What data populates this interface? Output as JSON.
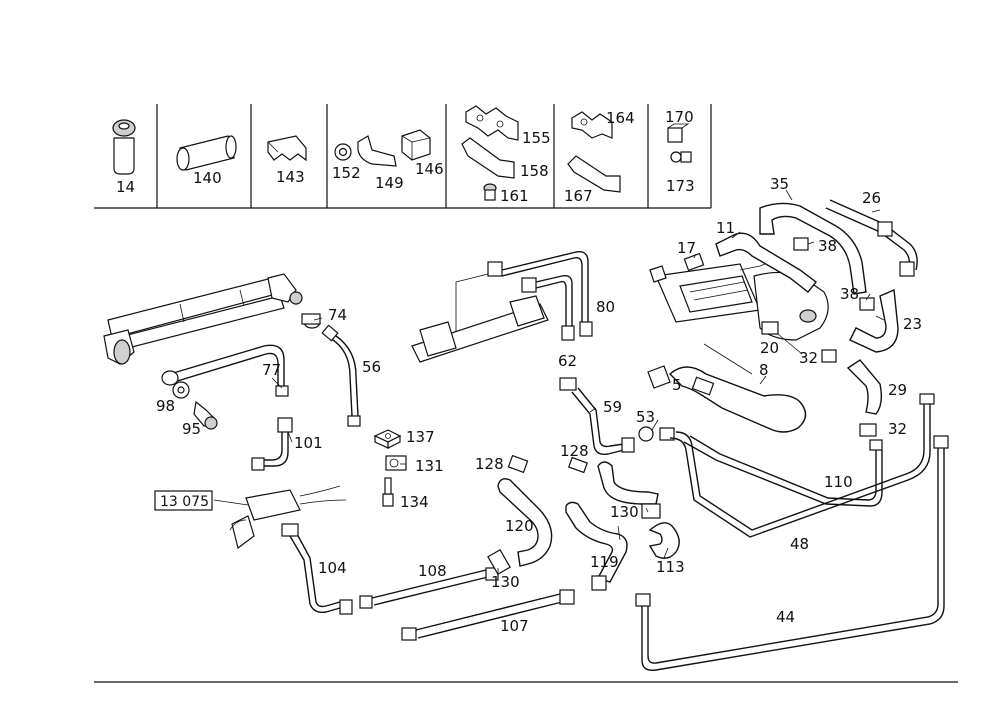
{
  "labels": {
    "l14": "14",
    "l140": "140",
    "l143": "143",
    "l152": "152",
    "l149": "149",
    "l146": "146",
    "l155": "155",
    "l158": "158",
    "l161": "161",
    "l164": "164",
    "l167": "167",
    "l170": "170",
    "l173": "173",
    "l35": "35",
    "l26": "26",
    "l11": "11",
    "l17": "17",
    "l38a": "38",
    "l38b": "38",
    "l23": "23",
    "l20": "20",
    "l32a": "32",
    "l8": "8",
    "l5": "5",
    "l29": "29",
    "l32b": "32",
    "l80": "80",
    "l62": "62",
    "l74": "74",
    "l56": "56",
    "l77": "77",
    "l98": "98",
    "l95": "95",
    "l101": "101",
    "l137": "137",
    "l131": "131",
    "l134": "134",
    "l59": "59",
    "l53": "53",
    "l128a": "128",
    "l128b": "128",
    "l110": "110",
    "l48": "48",
    "l130a": "130",
    "l120": "120",
    "l113": "113",
    "l119": "119",
    "l130b": "130",
    "l108": "108",
    "l104": "104",
    "l107": "107",
    "l44": "44",
    "ref13075": "13 075"
  }
}
